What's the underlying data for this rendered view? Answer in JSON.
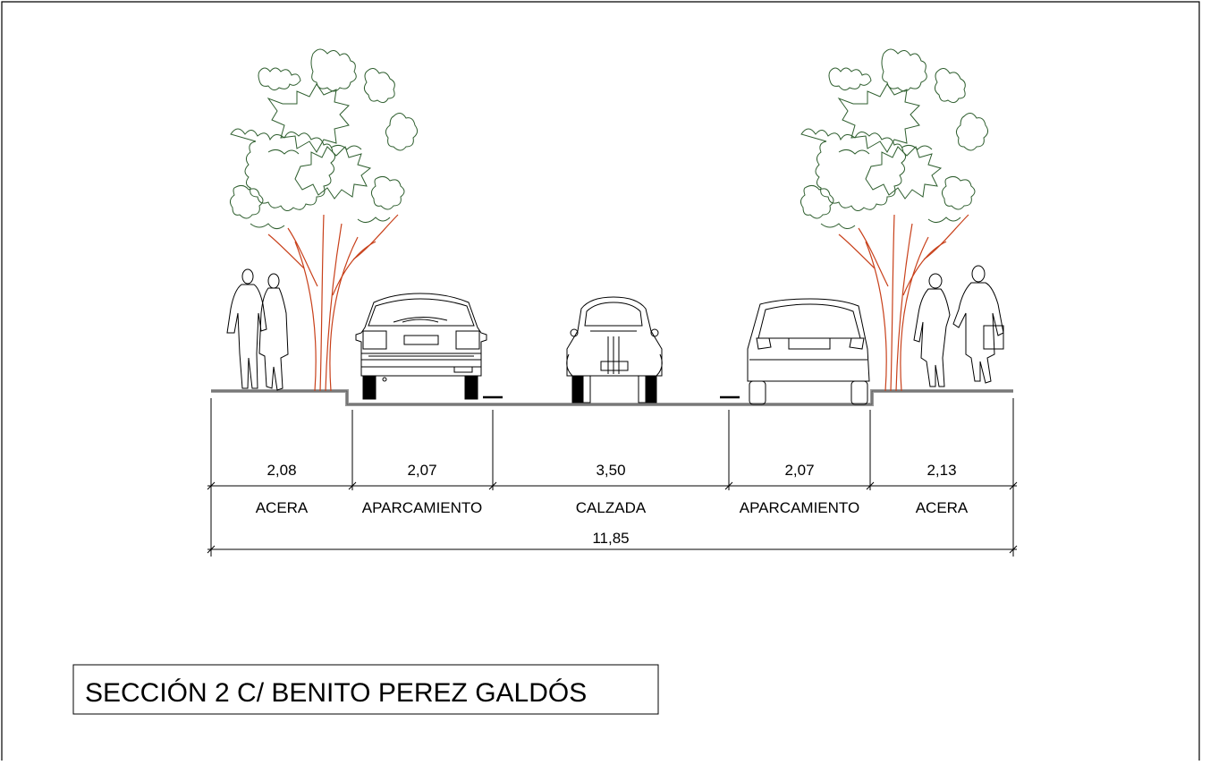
{
  "title": "SECCIÓN 2  C/ BENITO PEREZ GALDÓS",
  "segments": [
    {
      "width": "2,08",
      "label": "ACERA"
    },
    {
      "width": "2,07",
      "label": "APARCAMIENTO"
    },
    {
      "width": "3,50",
      "label": "CALZADA"
    },
    {
      "width": "2,07",
      "label": "APARCAMIENTO"
    },
    {
      "width": "2,13",
      "label": "ACERA"
    }
  ],
  "total_width": "11,85",
  "colors": {
    "line": "#000000",
    "foliage": "#2e5e2e",
    "trunk": "#c8401a",
    "ground": "#9a9a9a"
  }
}
